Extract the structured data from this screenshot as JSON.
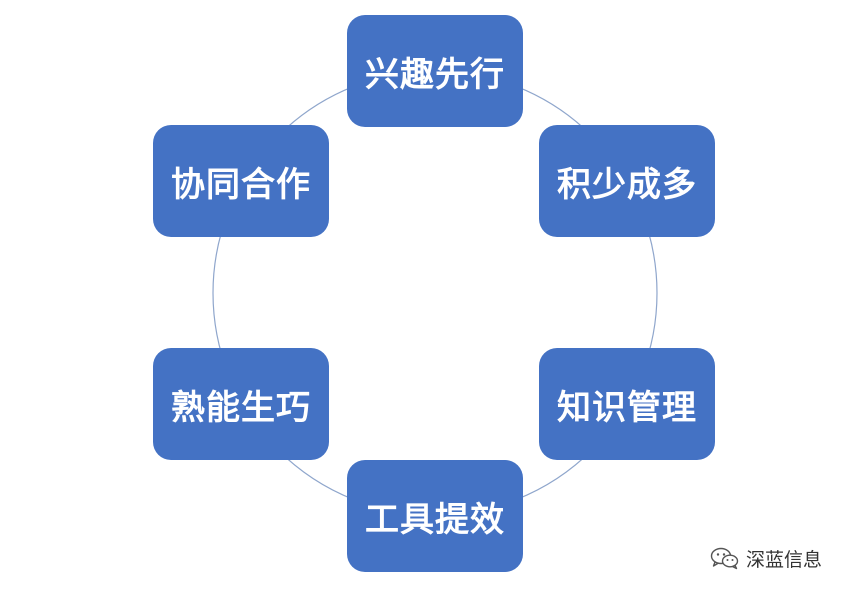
{
  "diagram": {
    "nodes": [
      {
        "id": "top",
        "label": "兴趣先行"
      },
      {
        "id": "upper-right",
        "label": "积少成多"
      },
      {
        "id": "lower-right",
        "label": "知识管理"
      },
      {
        "id": "bottom",
        "label": "工具提效"
      },
      {
        "id": "lower-left",
        "label": "熟能生巧"
      },
      {
        "id": "upper-left",
        "label": "协同合作"
      }
    ],
    "colors": {
      "node_fill": "#4472c4",
      "node_text": "#ffffff",
      "ring_stroke": "#8fa6cc"
    }
  },
  "watermark": {
    "icon": "wechat-icon",
    "text": "深蓝信息"
  }
}
